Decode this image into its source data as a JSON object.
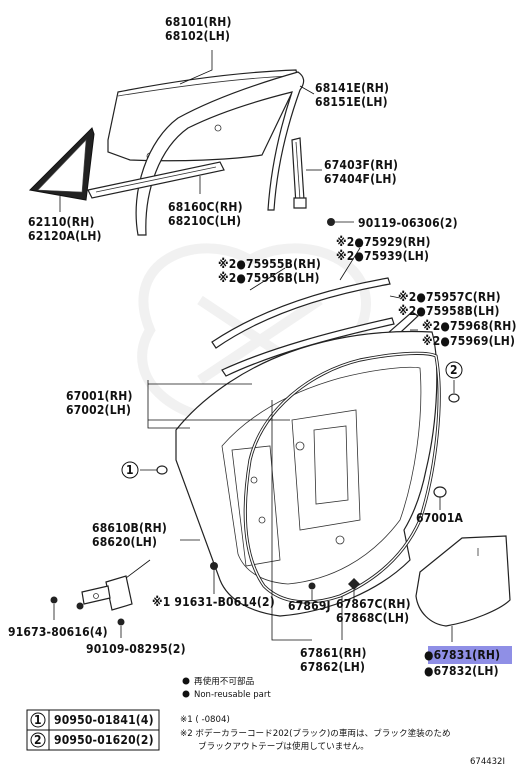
{
  "diagram_id": "674432I",
  "callouts": {
    "p68101": "68101(RH)",
    "p68102": "68102(LH)",
    "p68141e": "68141E(RH)",
    "p68151e": "68151E(LH)",
    "p67403f": "67403F(RH)",
    "p67404f": "67404F(LH)",
    "p62110": "62110(RH)",
    "p62120a": "62120A(LH)",
    "p68160c": "68160C(RH)",
    "p68210c": "68210C(LH)",
    "p90119": "90119-06306(2)",
    "p75929": "※2●75929(RH)",
    "p75939": "※2●75939(LH)",
    "p75955b": "※2●75955B(RH)",
    "p75956b": "※2●75956B(LH)",
    "p75957c": "※2●75957C(RH)",
    "p75958b": "※2●75958B(LH)",
    "p75968": "※2●75968(RH)",
    "p75969": "※2●75969(LH)",
    "p67001": "67001(RH)",
    "p67002": "67002(LH)",
    "circle2": "2",
    "circle1": "1",
    "p67001a": "67001A",
    "p68610b": "68610B(RH)",
    "p68620": "68620(LH)",
    "p91631": "※1 91631-B0614(2)",
    "p91673": "91673-80616(4)",
    "p90109": "90109-08295(2)",
    "p67869j": "67869J",
    "p67867c": "67867C(RH)",
    "p67868c": "67868C(LH)",
    "p67861": "67861(RH)",
    "p67862": "67862(LH)",
    "p67831": "●67831(RH)",
    "p67832": "●67832(LH)"
  },
  "legend": {
    "nonreusable_jp": "再使用不可部品",
    "nonreusable_en": "Non-reusable part",
    "table": [
      {
        "num": "1",
        "part": "90950-01841(4)"
      },
      {
        "num": "2",
        "part": "90950-01620(2)"
      }
    ]
  },
  "notes": {
    "note1": "※1 (     -0804)",
    "note2_line1": "※2 ボデーカラーコード202(ブラック)の車両は、ブラック塗装のため",
    "note2_line2": "ブラックアウトテープは使用していません。"
  },
  "highlight_color": "#8f8fe6"
}
